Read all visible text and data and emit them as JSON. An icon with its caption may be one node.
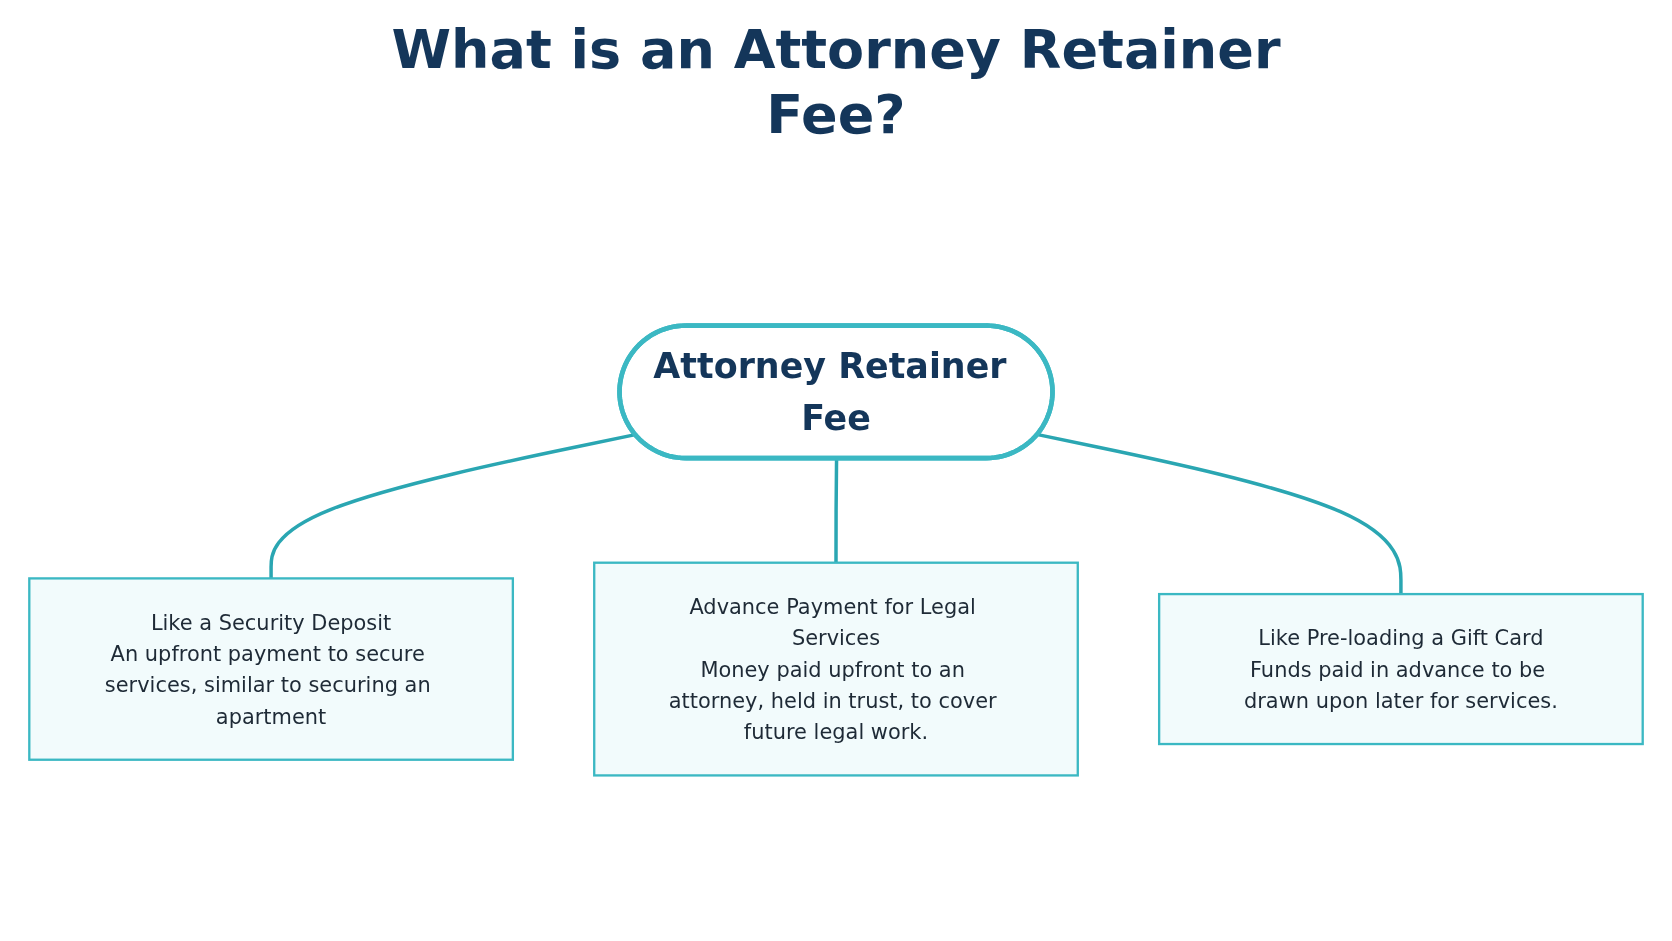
{
  "diagram": {
    "title": "What is an Attorney Retainer Fee?",
    "nodes": [
      {
        "text": [
          "Attorney Retainer Fee"
        ]
      },
      {
        "text": [
          "Like a Security Deposit",
          "An upfront payment to secure services, similar to securing an apartment"
        ]
      },
      {
        "text": [
          "Advance Payment for Legal Services",
          "Money paid upfront to an attorney, held in trust, to cover future legal work."
        ]
      },
      {
        "text": [
          "Like Pre-loading a Gift Card",
          "Funds paid in advance to be drawn upon later for services."
        ]
      }
    ],
    "edges": [
      {
        "from": 0,
        "to": 1,
        "arrow": "none"
      },
      {
        "from": 0,
        "to": 2,
        "arrow": "none"
      },
      {
        "from": 0,
        "to": 3,
        "arrow": "none"
      }
    ]
  }
}
